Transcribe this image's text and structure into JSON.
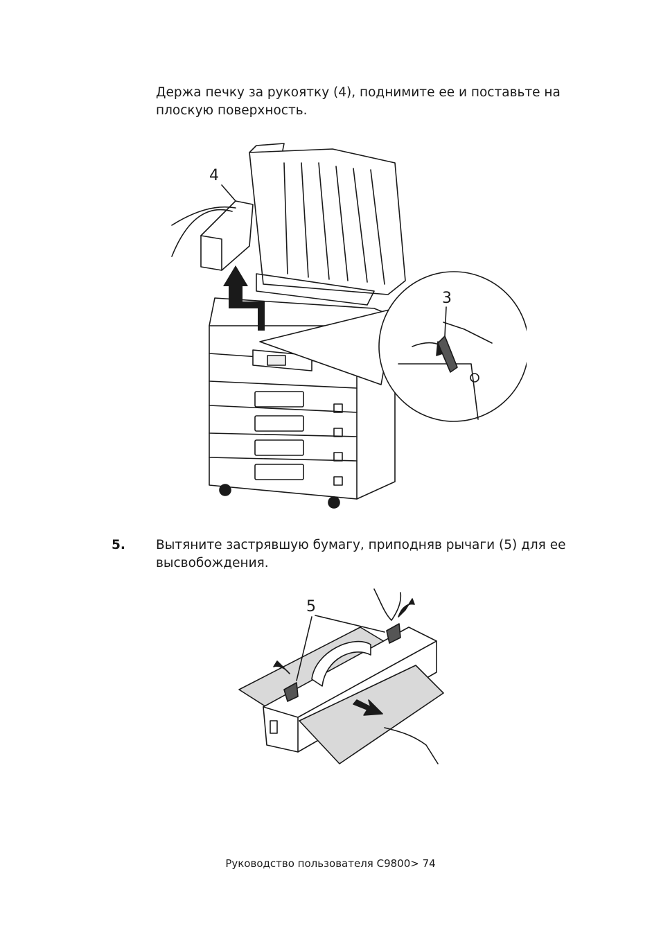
{
  "instruction_1": "Держа печку за рукоятку (4), поднимите ее и поставьте на плоскую поверхность.",
  "step_5": {
    "number": "5.",
    "text": "Вытяните застрявшую бумагу, приподняв рычаги (5) для ее высвобождения."
  },
  "figure_1": {
    "callout_4": "4",
    "callout_3": "3"
  },
  "figure_2": {
    "callout_5": "5"
  },
  "footer": "Руководство пользователя C9800> 74"
}
